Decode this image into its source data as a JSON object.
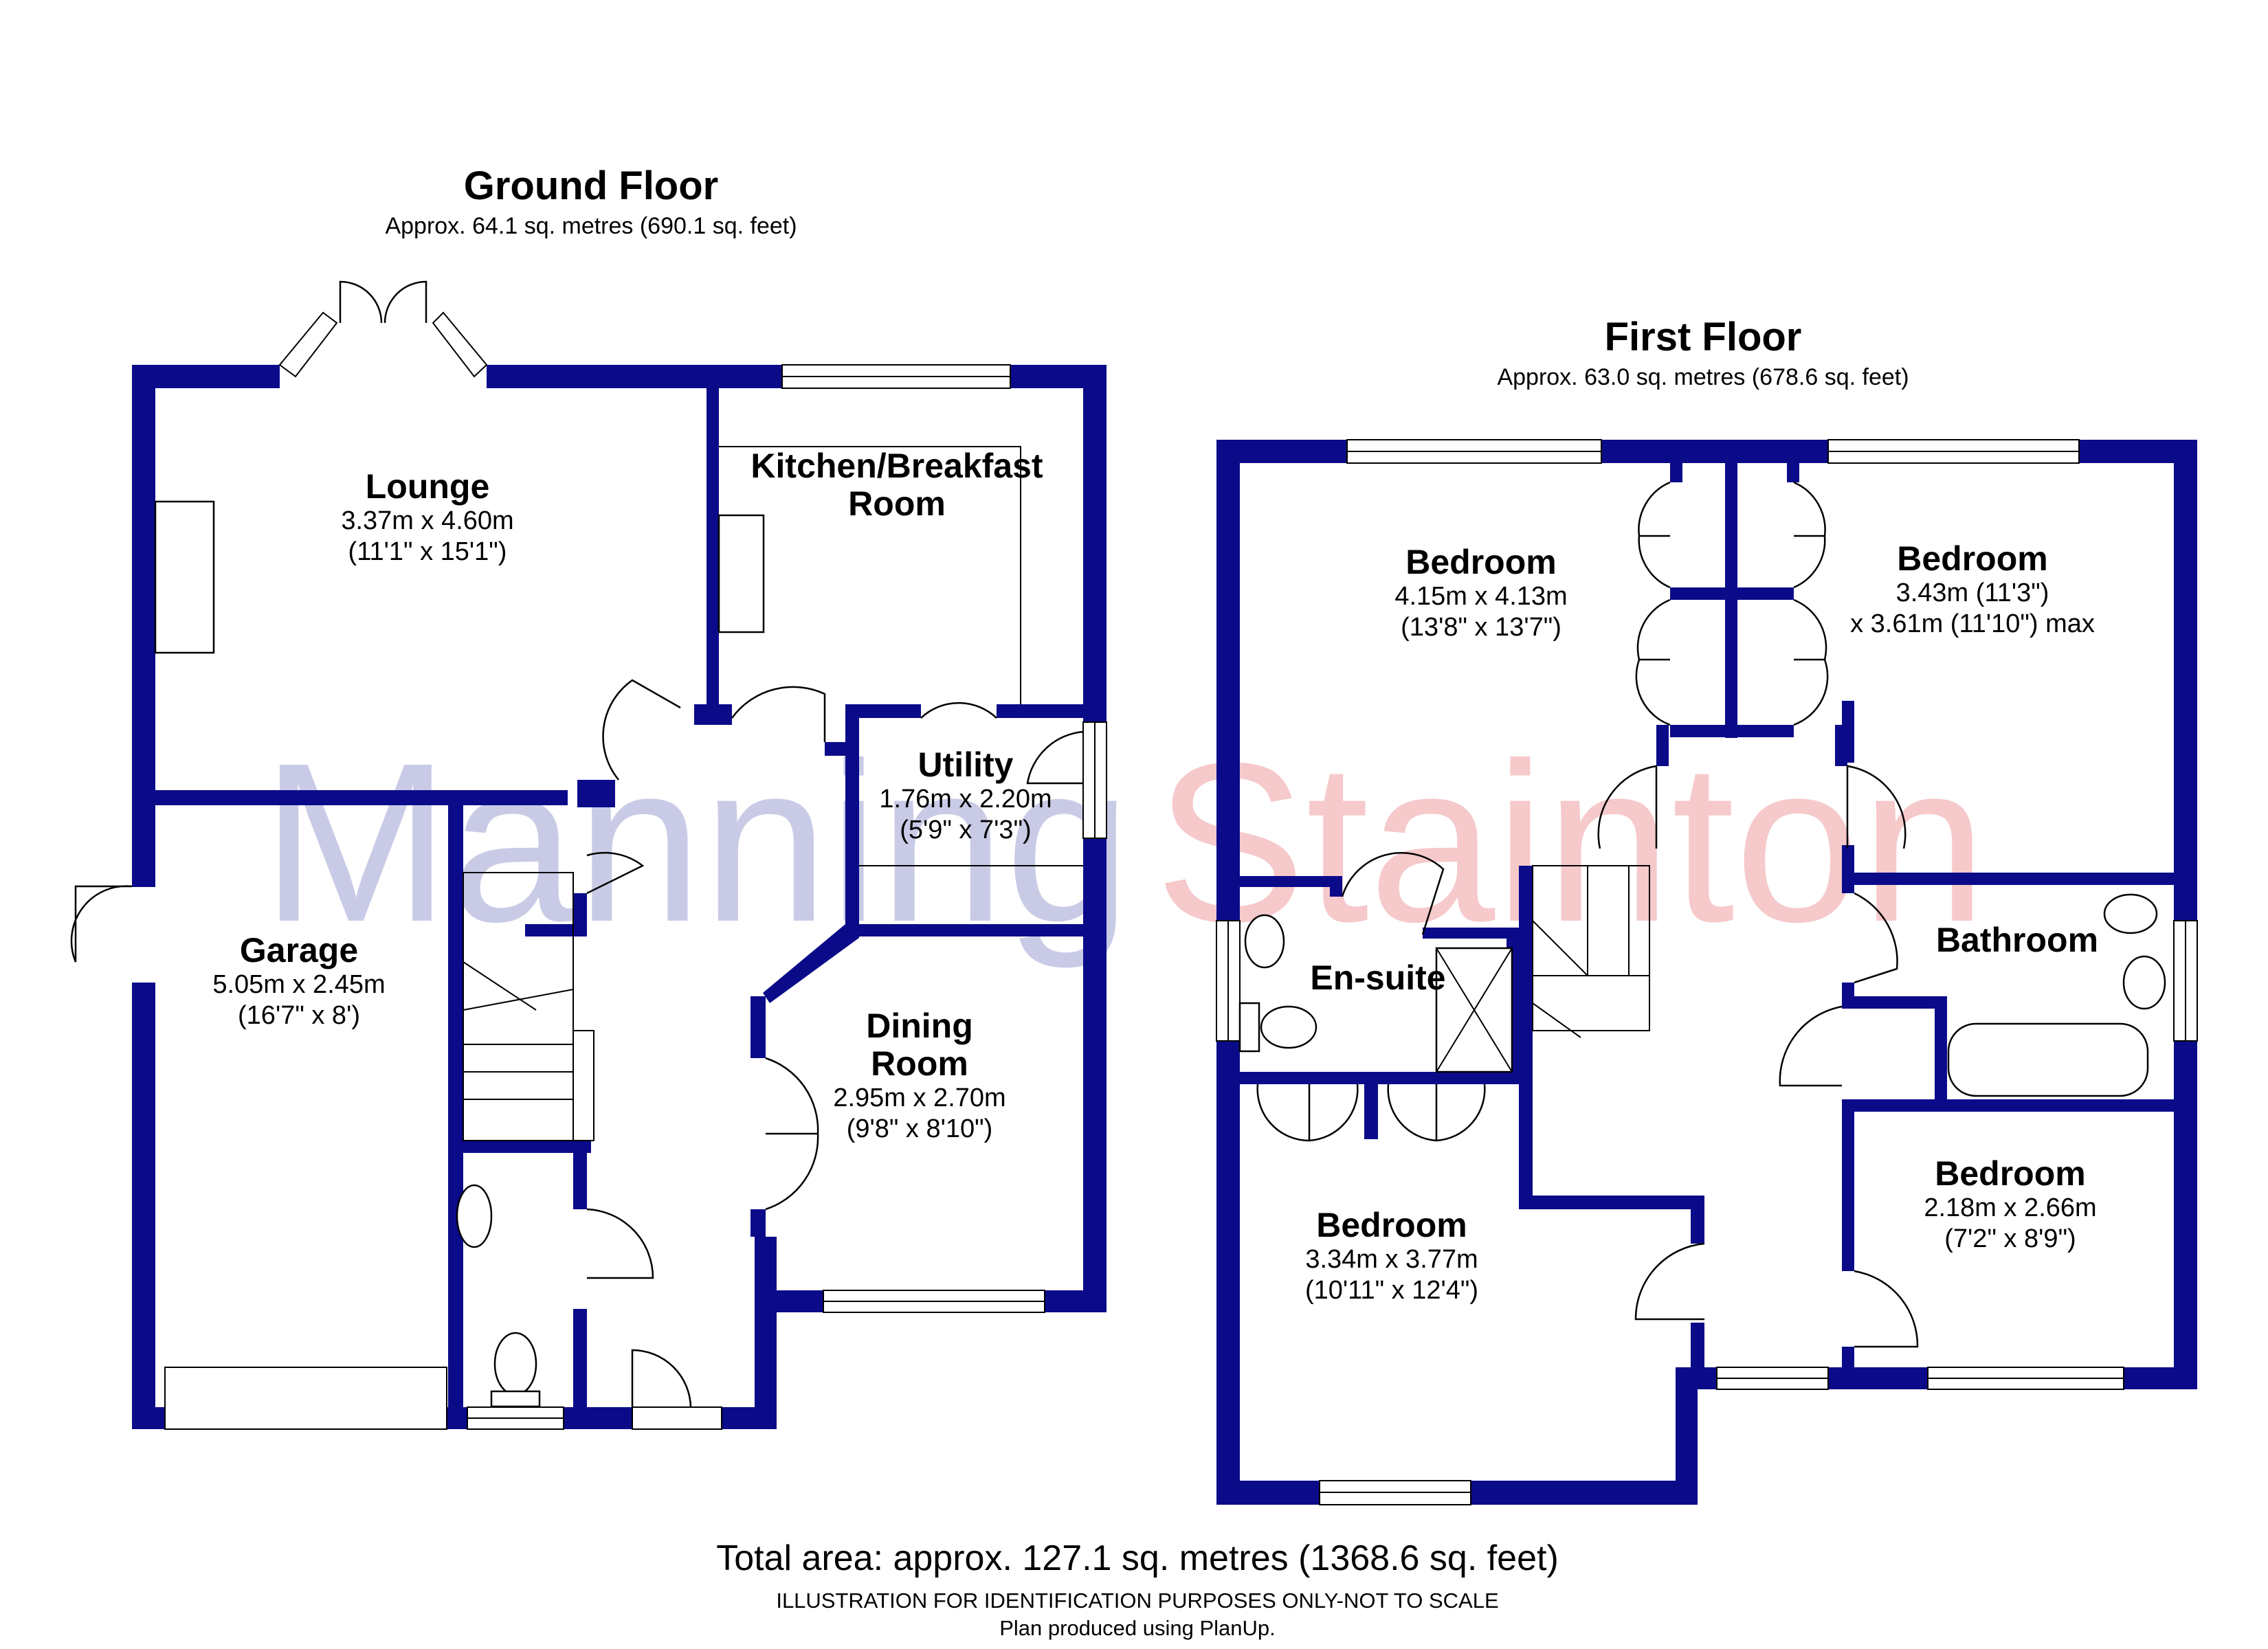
{
  "watermark": {
    "part1": "Manning",
    "part2": "Stainton",
    "color1": "#c9cbe6",
    "color2": "#f6c9cb"
  },
  "colors": {
    "wall": "#0b0b8a",
    "background": "#ffffff"
  },
  "ground_floor": {
    "title": "Ground Floor",
    "area": "Approx. 64.1 sq. metres (690.1 sq. feet)",
    "rooms": {
      "lounge": {
        "name": "Lounge",
        "dims": [
          "3.37m x 4.60m",
          "(11'1\" x 15'1\")"
        ]
      },
      "kitchen": {
        "name": [
          "Kitchen/Breakfast",
          "Room"
        ],
        "dims": []
      },
      "utility": {
        "name": "Utility",
        "dims": [
          "1.76m x 2.20m",
          "(5'9\" x 7'3\")"
        ]
      },
      "garage": {
        "name": "Garage",
        "dims": [
          "5.05m x 2.45m",
          "(16'7\" x 8')"
        ]
      },
      "dining": {
        "name": [
          "Dining",
          "Room"
        ],
        "dims": [
          "2.95m x 2.70m",
          "(9'8\" x 8'10\")"
        ]
      }
    }
  },
  "first_floor": {
    "title": "First Floor",
    "area": "Approx. 63.0 sq. metres (678.6 sq. feet)",
    "rooms": {
      "bedroom1": {
        "name": "Bedroom",
        "dims": [
          "4.15m x 4.13m",
          "(13'8\" x 13'7\")"
        ]
      },
      "bedroom2": {
        "name": "Bedroom",
        "dims": [
          "3.43m (11'3\")",
          "x 3.61m (11'10\") max"
        ]
      },
      "ensuite": {
        "name": "En-suite",
        "dims": []
      },
      "bathroom": {
        "name": "Bathroom",
        "dims": []
      },
      "bedroom3": {
        "name": "Bedroom",
        "dims": [
          "3.34m x 3.77m",
          "(10'11\" x 12'4\")"
        ]
      },
      "bedroom4": {
        "name": "Bedroom",
        "dims": [
          "2.18m x 2.66m",
          "(7'2\" x 8'9\")"
        ]
      }
    }
  },
  "footer": {
    "total": "Total area: approx. 127.1 sq. metres (1368.6 sq. feet)",
    "disclaimer": "ILLUSTRATION FOR IDENTIFICATION PURPOSES ONLY-NOT TO SCALE",
    "credit": "Plan produced using PlanUp."
  }
}
